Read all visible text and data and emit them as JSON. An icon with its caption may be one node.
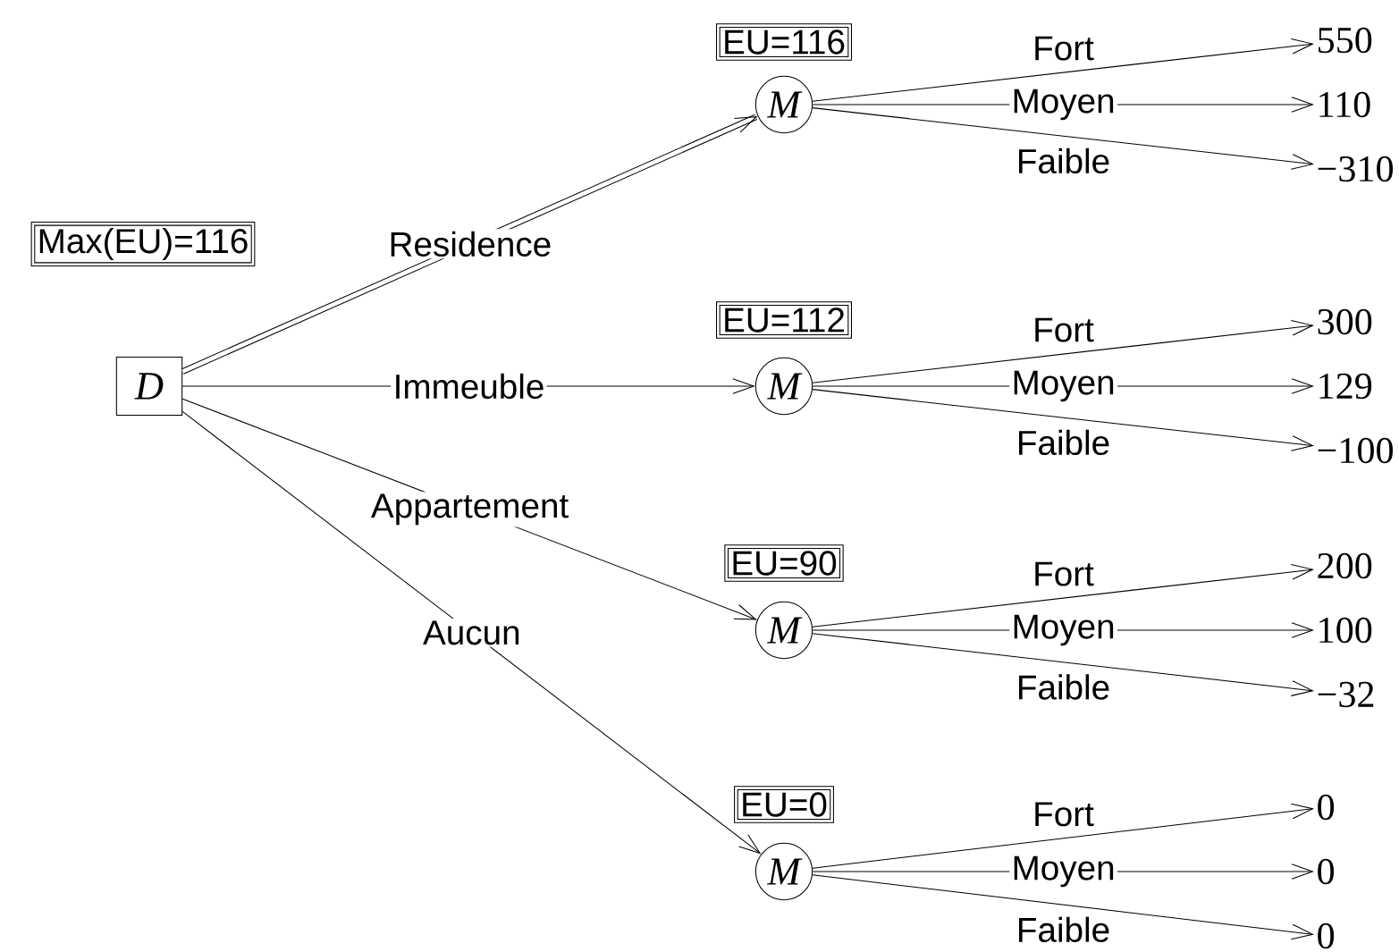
{
  "diagram": {
    "nodes": [
      {
        "text": [
          "Max(EU)=116"
        ]
      },
      {
        "text": [
          "D"
        ]
      },
      {
        "text": [
          "EU=116"
        ]
      },
      {
        "text": [
          "M"
        ]
      },
      {
        "text": [
          "550"
        ]
      },
      {
        "text": [
          "110"
        ]
      },
      {
        "text": [
          "−310"
        ]
      },
      {
        "text": [
          "EU=112"
        ]
      },
      {
        "text": [
          "M"
        ]
      },
      {
        "text": [
          "300"
        ]
      },
      {
        "text": [
          "129"
        ]
      },
      {
        "text": [
          "−100"
        ]
      },
      {
        "text": [
          "EU=90"
        ]
      },
      {
        "text": [
          "M"
        ]
      },
      {
        "text": [
          "200"
        ]
      },
      {
        "text": [
          "100"
        ]
      },
      {
        "text": [
          "−32"
        ]
      },
      {
        "text": [
          "EU=0"
        ]
      },
      {
        "text": [
          "M"
        ]
      },
      {
        "text": [
          "0"
        ]
      },
      {
        "text": [
          "0"
        ]
      },
      {
        "text": [
          "0"
        ]
      }
    ],
    "edges": [
      {
        "from": 1,
        "to": 3,
        "arrow": "to",
        "label": "Residence",
        "style": "thick"
      },
      {
        "from": 1,
        "to": 8,
        "arrow": "to",
        "label": "Immeuble"
      },
      {
        "from": 1,
        "to": 13,
        "arrow": "to",
        "label": "Appartement"
      },
      {
        "from": 1,
        "to": 18,
        "arrow": "to",
        "label": "Aucun"
      },
      {
        "from": 3,
        "to": 4,
        "arrow": "to",
        "label": "Fort"
      },
      {
        "from": 3,
        "to": 5,
        "arrow": "to",
        "label": "Moyen"
      },
      {
        "from": 3,
        "to": 6,
        "arrow": "to",
        "label": "Faible"
      },
      {
        "from": 8,
        "to": 9,
        "arrow": "to",
        "label": "Fort"
      },
      {
        "from": 8,
        "to": 10,
        "arrow": "to",
        "label": "Moyen"
      },
      {
        "from": 8,
        "to": 11,
        "arrow": "to",
        "label": "Faible"
      },
      {
        "from": 13,
        "to": 14,
        "arrow": "to",
        "label": "Fort"
      },
      {
        "from": 13,
        "to": 15,
        "arrow": "to",
        "label": "Moyen"
      },
      {
        "from": 13,
        "to": 16,
        "arrow": "to",
        "label": "Faible"
      },
      {
        "from": 18,
        "to": 19,
        "arrow": "to",
        "label": "Fort"
      },
      {
        "from": 18,
        "to": 20,
        "arrow": "to",
        "label": "Moyen"
      },
      {
        "from": 18,
        "to": 21,
        "arrow": "to",
        "label": "Faible"
      }
    ]
  }
}
